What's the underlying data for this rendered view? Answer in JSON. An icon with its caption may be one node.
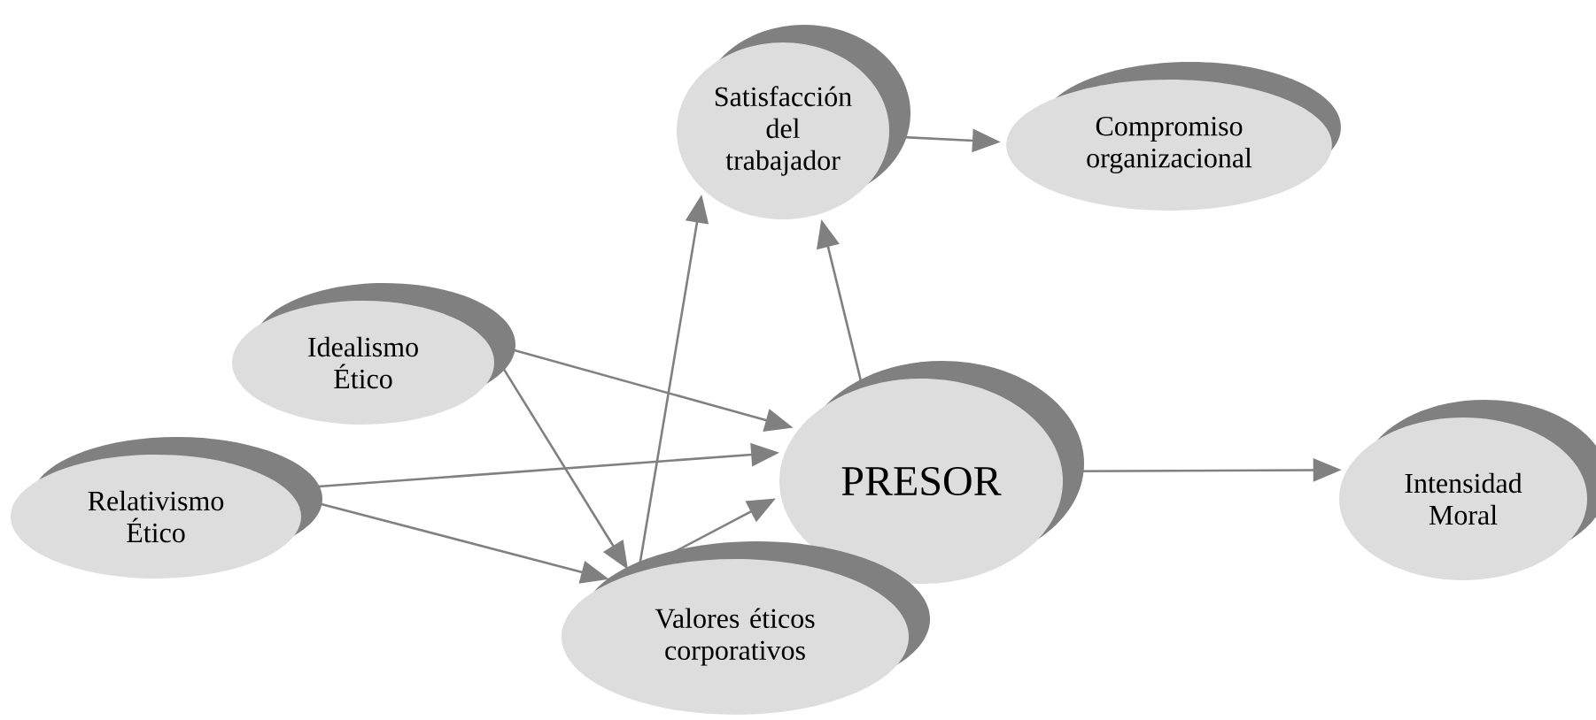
{
  "diagram": {
    "nodes": [
      {
        "text": [
          "Satisfacción del trabajador"
        ]
      },
      {
        "text": [
          "Compromiso organizacional"
        ]
      },
      {
        "text": [
          "Idealismo Ético"
        ]
      },
      {
        "text": [
          "Relativismo Ético"
        ]
      },
      {
        "text": [
          "PRESOR"
        ]
      },
      {
        "text": [
          "Intensidad Moral"
        ]
      },
      {
        "text": [
          "Valores éticos corporativos"
        ]
      }
    ],
    "edges": [
      {
        "from": 6,
        "to": 0,
        "arrow": "to"
      },
      {
        "from": 4,
        "to": 0,
        "arrow": "to"
      },
      {
        "from": 0,
        "to": 1,
        "arrow": "to"
      },
      {
        "from": 2,
        "to": 4,
        "arrow": "to"
      },
      {
        "from": 2,
        "to": 6,
        "arrow": "to"
      },
      {
        "from": 3,
        "to": 4,
        "arrow": "to"
      },
      {
        "from": 3,
        "to": 6,
        "arrow": "to"
      },
      {
        "from": 6,
        "to": 4,
        "arrow": "to"
      },
      {
        "from": 4,
        "to": 5,
        "arrow": "to"
      }
    ]
  }
}
